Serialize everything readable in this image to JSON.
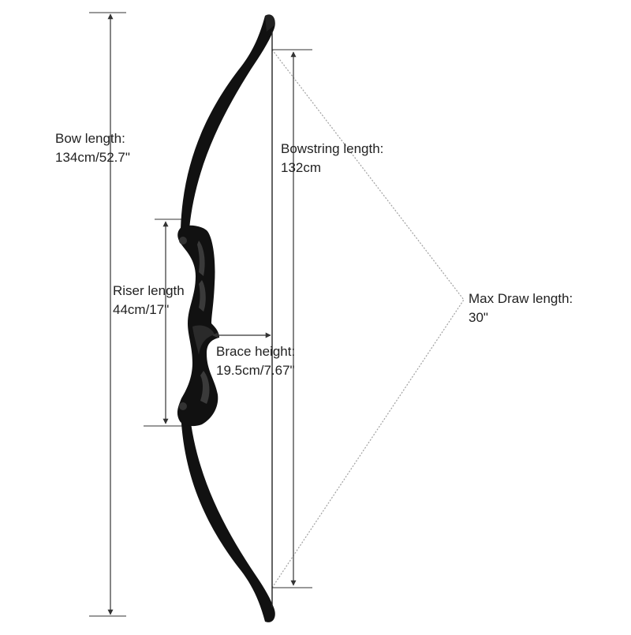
{
  "diagram": {
    "bow_length": {
      "title": "Bow length:",
      "value": "134cm/52.7\""
    },
    "bowstring_length": {
      "title": "Bowstring length:",
      "value": "132cm"
    },
    "riser_length": {
      "title": "Riser length",
      "value": "44cm/17\""
    },
    "brace_height": {
      "title": "Brace height:",
      "value": "19.5cm/7.67\""
    },
    "max_draw_length": {
      "title": "Max Draw length:",
      "value": "30\""
    }
  },
  "colors": {
    "bow": "#111111",
    "dimension_line": "#333333",
    "draw_line": "#a0a0a0",
    "text": "#222222"
  }
}
